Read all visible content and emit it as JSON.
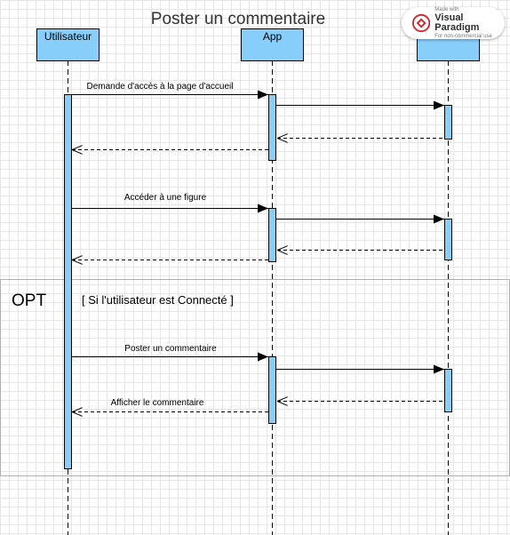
{
  "title": "Poster un commentaire",
  "participants": [
    {
      "label": "Utilisateur"
    },
    {
      "label": "App"
    },
    {
      "label": ""
    }
  ],
  "messages": [
    {
      "label": "Demande d'accès à la page d'accueil"
    },
    {
      "label": "Accéder à une figure"
    },
    {
      "label": "Poster  un commentaire"
    },
    {
      "label": "Afficher le commentaire"
    }
  ],
  "fragment": {
    "operator": "OPT",
    "guard": "[ Si l'utilisateur est Connecté  ]"
  },
  "watermark": {
    "made_with": "Made with",
    "brand": "Visual Paradigm",
    "note": "For non-commercial use"
  },
  "colors": {
    "header_fill": "#87cefa",
    "activation_fill": "#87cefa",
    "line": "#000000",
    "fragment_border": "#b0b0b0"
  },
  "icons": {
    "watermark_logo": "visual-paradigm-logo-icon"
  }
}
